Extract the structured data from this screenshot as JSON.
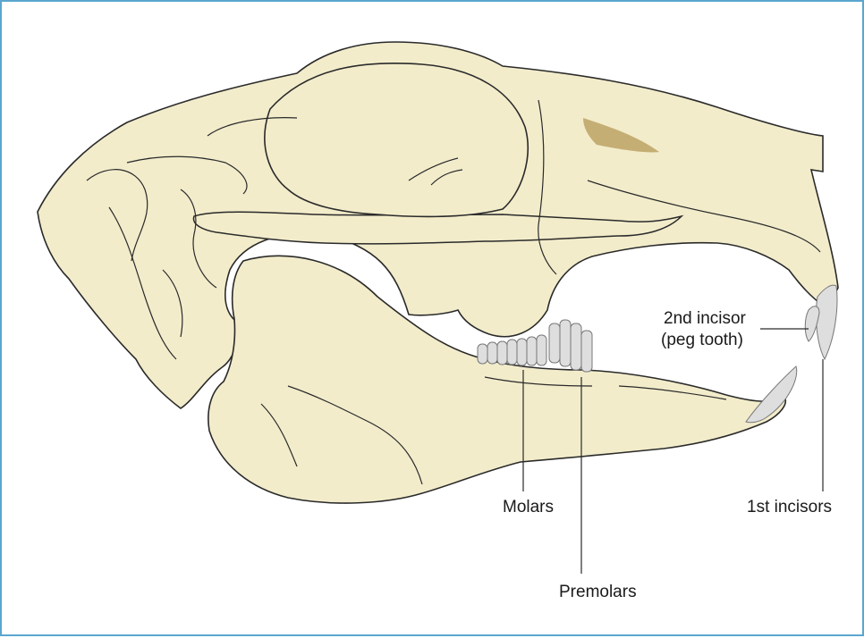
{
  "colors": {
    "bone": "#f2eccb",
    "outline": "#2a2a2a",
    "tooth": "#dedede",
    "frame": "#5aa6cf",
    "shade": "#b59a55"
  },
  "labels": {
    "second_incisor_line1": "2nd incisor",
    "second_incisor_line2": "(peg tooth)",
    "molars": "Molars",
    "premolars": "Premolars",
    "first_incisors": "1st incisors"
  }
}
